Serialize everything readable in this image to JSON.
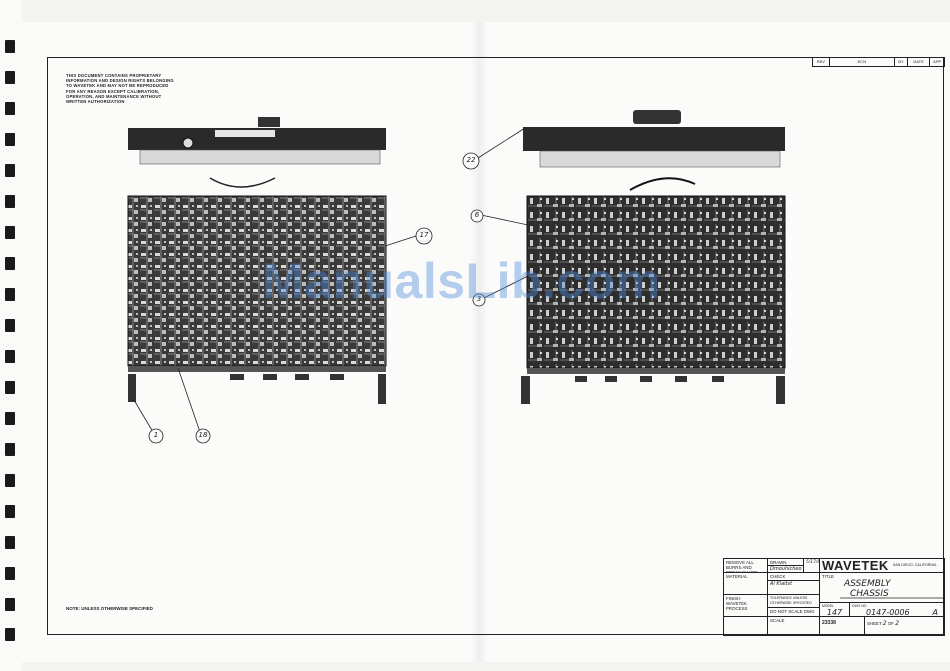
{
  "document": {
    "proprietary_note": "THIS DOCUMENT CONTAINS PROPRIETARY INFORMATION AND DESIGN RIGHTS BELONGING TO WAVETEK AND MAY NOT BE REPRODUCED FOR ANY REASON EXCEPT CALIBRATION, OPERATION, AND MAINTENANCE WITHOUT WRITTEN AUTHORIZATION",
    "revision_headers": [
      "REV",
      "ECN",
      "BY",
      "DATE",
      "APP"
    ],
    "general_note": "NOTE: UNLESS OTHERWISE SPECIFIED",
    "watermark": "ManualsLib.com"
  },
  "callouts": {
    "left": [
      "17",
      "1",
      "18"
    ],
    "right": [
      "22",
      "6",
      "3"
    ]
  },
  "title_block": {
    "company": "WAVETEK",
    "company_sub": "SAN DIEGO, CALIFORNIA",
    "title_line1": "ASSEMBLY",
    "title_line2": "CHASSIS",
    "model": "147",
    "drawing_number": "0147-0006",
    "revision": "A",
    "sheet": "2",
    "of": "2",
    "code_ident": "23338",
    "material_label": "MATERIAL",
    "finish_label": "FINISH",
    "finish_value": "WAVETEK PROCESS",
    "scale_label": "SCALE",
    "scale_note": "DO NOT SCALE DWG",
    "tolerance_label": "TOLERANCE UNLESS OTHERWISE SPECIFIED",
    "drawn_label": "DRAWN",
    "drawn_by": "Dmouhicheo",
    "date": "5/17/81",
    "approved": "Al Klaitst",
    "check_label": "CHECK",
    "title_label": "TITLE",
    "model_label": "MODEL",
    "dwg_label": "DWG NO.",
    "sheet_label": "SHEET",
    "of_label": "OF",
    "remove_note": "REMOVE ALL BURRS AND BREAK SHARP EDGES"
  }
}
